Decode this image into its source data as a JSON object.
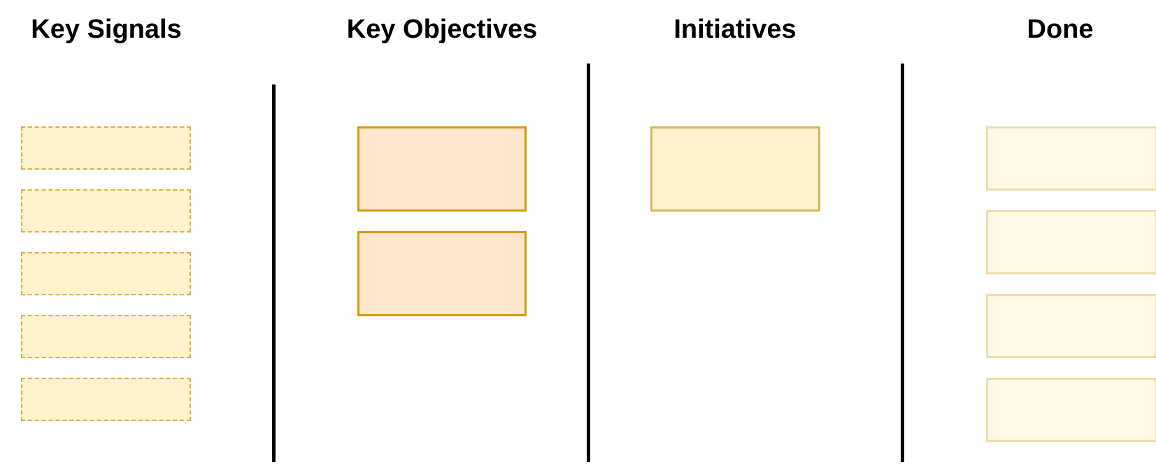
{
  "columns": [
    {
      "id": "key-signals",
      "title": "Key Signals",
      "card_count": 5
    },
    {
      "id": "key-objectives",
      "title": "Key Objectives",
      "card_count": 2
    },
    {
      "id": "initiatives",
      "title": "Initiatives",
      "card_count": 1
    },
    {
      "id": "done",
      "title": "Done",
      "card_count": 4
    }
  ],
  "colors": {
    "signal_fill": "#fff2cc",
    "signal_border": "#d7b14a",
    "objective_fill": "#ffe6cc",
    "objective_border": "#d79b00",
    "initiative_fill": "#fff2cc",
    "initiative_border": "#d6b656",
    "done_fill": "#fff8e5",
    "done_border": "#eeddaa",
    "divider": "#000000"
  }
}
